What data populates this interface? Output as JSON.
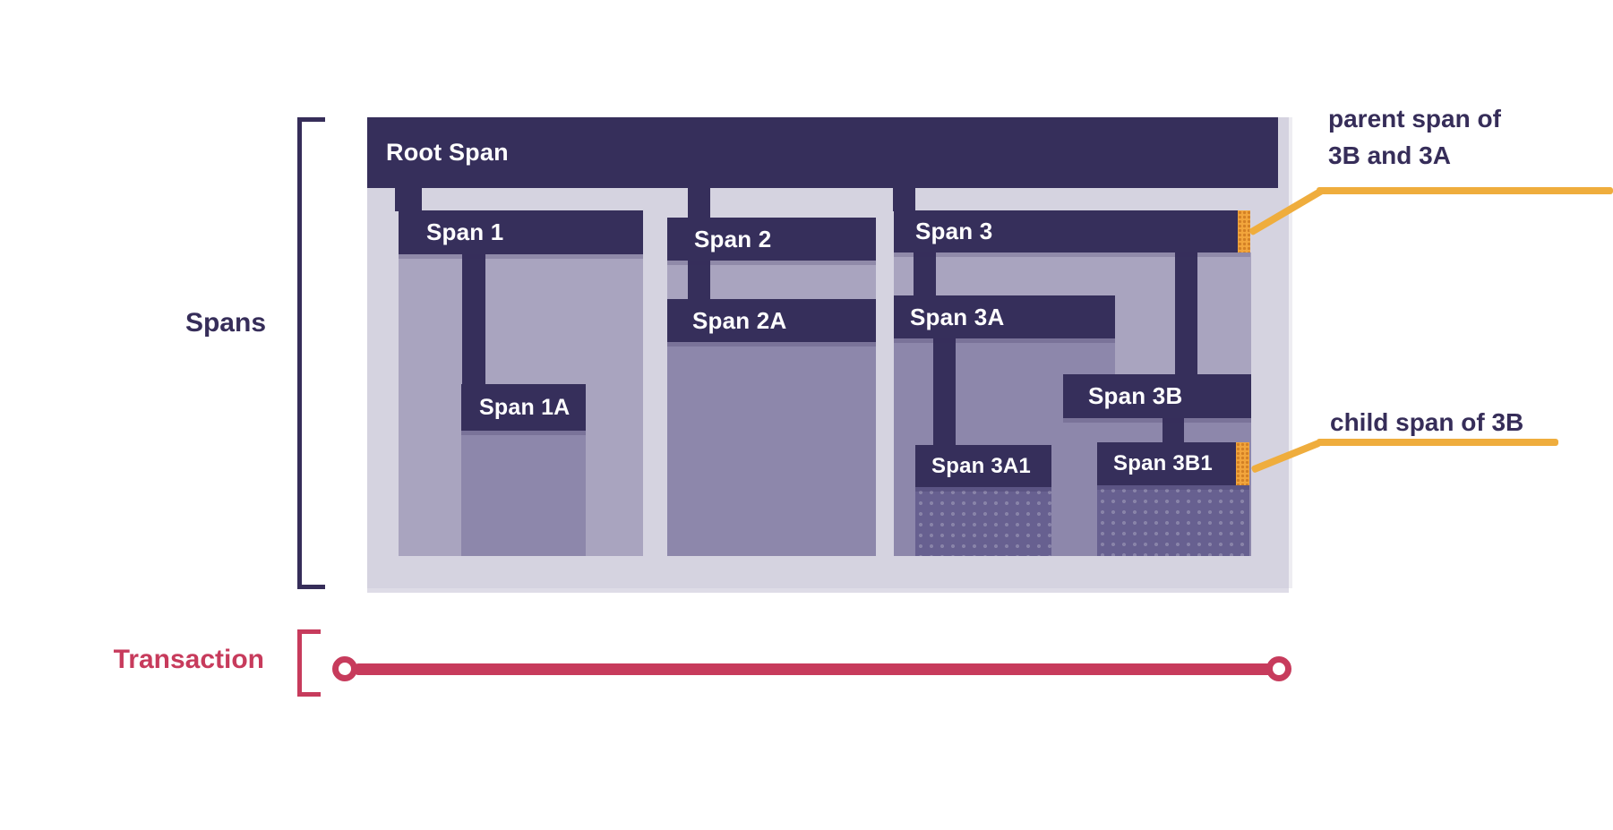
{
  "side_labels": {
    "spans": "Spans",
    "transaction": "Transaction"
  },
  "spans": {
    "root": "Root Span",
    "s1": "Span 1",
    "s1a": "Span 1A",
    "s2": "Span 2",
    "s2a": "Span 2A",
    "s3": "Span 3",
    "s3a": "Span 3A",
    "s3a1": "Span 3A1",
    "s3b": "Span 3B",
    "s3b1": "Span 3B1"
  },
  "annotations": {
    "parent_line1": "parent span of",
    "parent_line2": "3B and 3A",
    "child": "child span of 3B"
  },
  "colors": {
    "bar_dark": "#362F5B",
    "container_bg": "#D5D3E0",
    "body_level1": "#A9A4BF",
    "body_level2": "#8D87AB",
    "body_level3": "#676090",
    "marker_orange": "#F2A53C",
    "callout_yellow": "#EFAD3D",
    "transaction_red": "#C73B5C",
    "label_dark": "#362D59"
  }
}
